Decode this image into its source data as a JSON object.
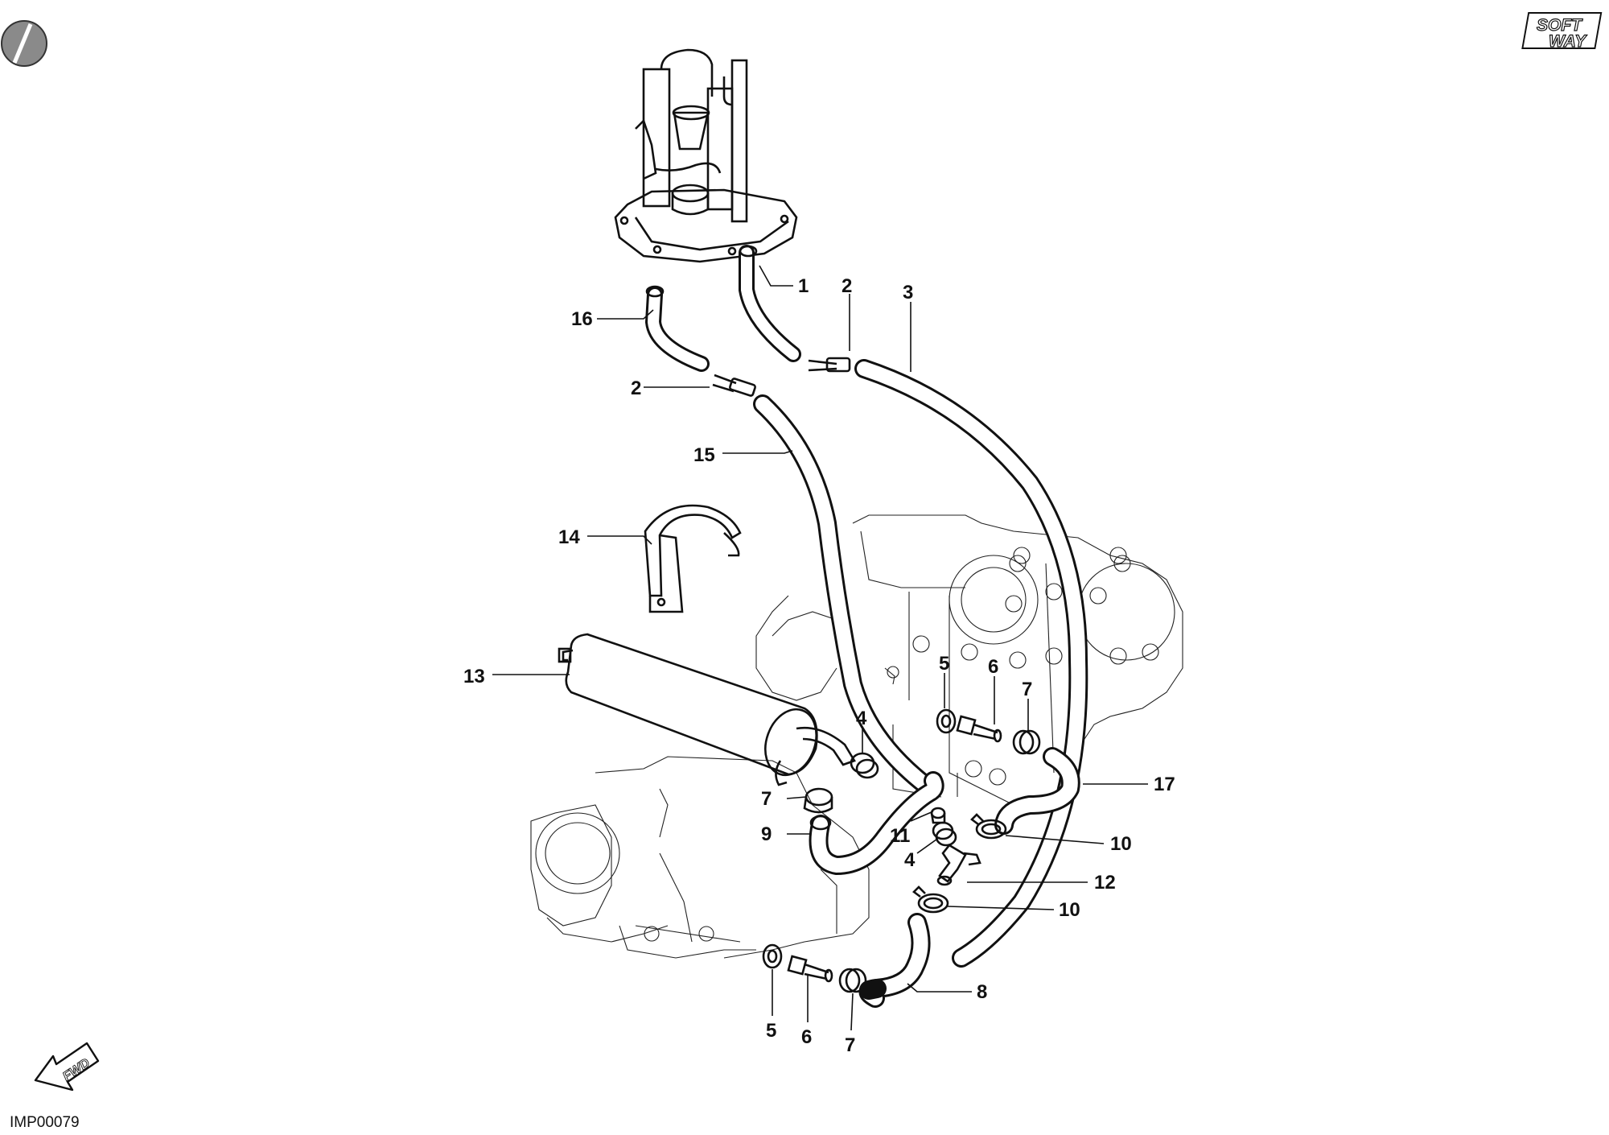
{
  "diagram_code": "IMP00079",
  "brand_logo": {
    "line1": "SOFT",
    "line2": "WAY"
  },
  "direction_arrow": {
    "label": "FWD"
  },
  "callouts": [
    {
      "id": "c1",
      "label": "1"
    },
    {
      "id": "c2a",
      "label": "2"
    },
    {
      "id": "c3",
      "label": "3"
    },
    {
      "id": "c16",
      "label": "16"
    },
    {
      "id": "c2b",
      "label": "2"
    },
    {
      "id": "c15",
      "label": "15"
    },
    {
      "id": "c14",
      "label": "14"
    },
    {
      "id": "c13",
      "label": "13"
    },
    {
      "id": "c5a",
      "label": "5"
    },
    {
      "id": "c6a",
      "label": "6"
    },
    {
      "id": "c7a",
      "label": "7"
    },
    {
      "id": "c4a",
      "label": "4"
    },
    {
      "id": "c17",
      "label": "17"
    },
    {
      "id": "c7b",
      "label": "7"
    },
    {
      "id": "c9",
      "label": "9"
    },
    {
      "id": "c11",
      "label": "11"
    },
    {
      "id": "c10a",
      "label": "10"
    },
    {
      "id": "c4b",
      "label": "4"
    },
    {
      "id": "c12",
      "label": "12"
    },
    {
      "id": "c10b",
      "label": "10"
    },
    {
      "id": "c8",
      "label": "8"
    },
    {
      "id": "c5b",
      "label": "5"
    },
    {
      "id": "c6b",
      "label": "6"
    },
    {
      "id": "c7c",
      "label": "7"
    }
  ]
}
